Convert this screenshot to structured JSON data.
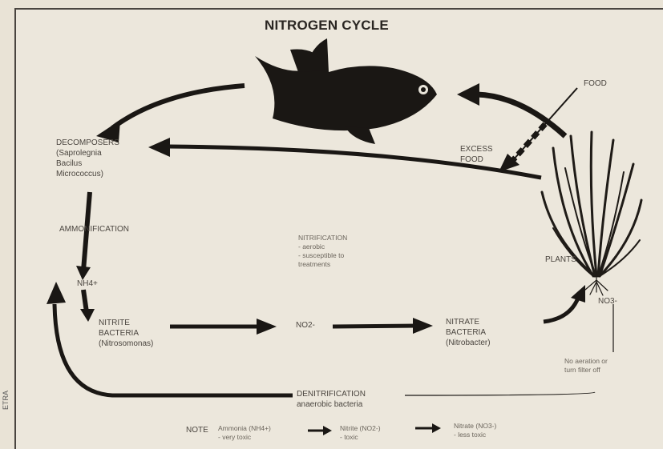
{
  "title": "NITROGEN CYCLE",
  "side_label": "ETRA",
  "labels": {
    "food": "FOOD",
    "excess_food": "EXCESS\nFOOD",
    "decomposers": "DECOMPOSERS\n(Saprolegnia\nBacilus\nMicrococcus)",
    "ammonification": "AMMONIFICATION",
    "nh4": "NH4+",
    "nitrification": "NITRIFICATION\n- aerobic\n- susceptible to\n  treatments",
    "plants": "PLANTS",
    "no3_plant": "NO3-",
    "nitrite_bacteria": "NITRITE\nBACTERIA\n(Nitrosomonas)",
    "no2_middle": "NO2-",
    "nitrate_bacteria": "NITRATE\nBACTERIA\n(Nitrobacter)",
    "no_aeration": "No aeration or\nturn filter off",
    "denitrification": "DENITRIFICATION\nanaerobic bacteria"
  },
  "note": {
    "label": "NOTE",
    "ammonia": "Ammonia (NH4+)\n- very toxic",
    "nitrite": "Nitrite (NO2-)\n- toxic",
    "nitrate": "Nitrate (NO3-)\n- less toxic"
  }
}
